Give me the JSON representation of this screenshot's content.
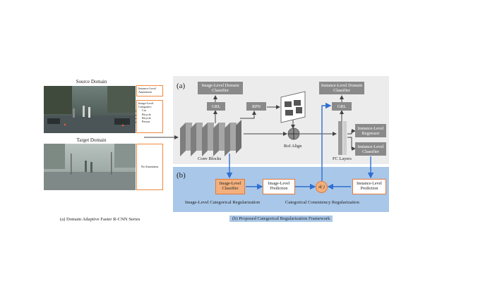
{
  "left": {
    "source_title": "Source Domain",
    "target_title": "Target Domain",
    "source_annotation_top": "Instance-Level Annotation",
    "source_annotation_cats_title": "Image-Level Categories:",
    "source_categories": [
      "Car",
      "Bicycle",
      "Bicycle",
      "Person"
    ],
    "target_annotation": "No Annotation",
    "caption": "(a) Domain Adaptive Faster R-CNN Series"
  },
  "panel_a": {
    "label": "(a)",
    "image_domain_classifier": "Image-Level Domain Classifier",
    "grl_left": "GRL",
    "rpn": "RPN",
    "instance_domain_classifier": "Instance-Level Domain Classifier",
    "grl_right": "GRL",
    "instance_regressor": "Instance-Level Regressor",
    "instance_classifier": "Instance-Level Classifier",
    "conv_blocks": "Conv Blocks",
    "roi_align": "RoI Align",
    "fc_layers": "FC Layers"
  },
  "panel_b": {
    "label": "(b)",
    "image_classifier": "Image-Level Classifier",
    "image_prediction": "Image-Level Prediction",
    "distance": "d(·)",
    "instance_prediction": "Instance-Level Prediction",
    "image_reg_title": "Image-Level Categorical Regularization",
    "consistency_title": "Categorical Consistency Regularization",
    "caption": "(b) Proposed Categorical Regularization Framework"
  },
  "colors": {
    "panel_a_bg": "#ececec",
    "panel_b_bg": "#a9c7e8",
    "gray_box": "#8a8a8a",
    "orange": "#e2793a",
    "blue_arrow": "#2f6fd1"
  }
}
